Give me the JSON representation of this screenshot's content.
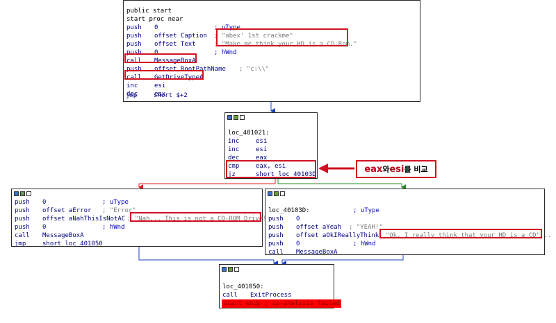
{
  "block_top": {
    "lines": [
      {
        "mn": "public start",
        "a": "",
        "c": ""
      },
      {
        "mn": "start proc near",
        "a": "",
        "c": ""
      },
      {
        "mn": "push",
        "a": "0",
        "c": "; uType"
      },
      {
        "mn": "push",
        "a": "offset Caption",
        "c": "; \"abex' 1st crackme\""
      },
      {
        "mn": "push",
        "a": "offset Text",
        "c": "; \"Make me think your HD is a CD-Rom.\""
      },
      {
        "mn": "push",
        "a": "0",
        "c": "; hWnd"
      },
      {
        "mn": "call",
        "a": "MessageBoxA",
        "c": ""
      },
      {
        "mn": "push",
        "a": "offset RootPathName",
        "c": "; \"c:\\\\\""
      },
      {
        "mn": "call",
        "a": "GetDriveTypeA",
        "c": ""
      },
      {
        "mn": "inc",
        "a": "esi",
        "c": ""
      },
      {
        "mn": "dec",
        "a": "eax",
        "c": ""
      },
      {
        "mn": "jmp",
        "a": "short $+2",
        "c": ""
      }
    ]
  },
  "block_middle": {
    "label": "loc_401021:",
    "lines": [
      {
        "mn": "inc",
        "a": "esi"
      },
      {
        "mn": "inc",
        "a": "esi"
      },
      {
        "mn": "dec",
        "a": "eax"
      },
      {
        "mn": "cmp",
        "a": "eax, esi"
      },
      {
        "mn": "jz",
        "a": "short loc_40103D"
      }
    ]
  },
  "callout": {
    "p1": "eax",
    "p2": "와 ",
    "p3": "esi",
    "p4": "를 비교"
  },
  "block_left": {
    "lines": [
      {
        "mn": "push",
        "a": "0",
        "c": "; uType"
      },
      {
        "mn": "push",
        "a": "offset aError",
        "c": "; \"Error\""
      },
      {
        "mn": "push",
        "a": "offset aNahThisIsNotAC",
        "c": "; \"Nah... This is not a CD-ROM Drive!\""
      },
      {
        "mn": "push",
        "a": "0",
        "c": "; hWnd"
      },
      {
        "mn": "call",
        "a": "MessageBoxA",
        "c": ""
      },
      {
        "mn": "jmp",
        "a": "short loc_401050",
        "c": ""
      }
    ]
  },
  "block_right": {
    "label": "loc_40103D:",
    "label_comment": "; uType",
    "lines": [
      {
        "mn": "push",
        "a": "0",
        "c": ""
      },
      {
        "mn": "push",
        "a": "offset aYeah",
        "c": "; \"YEAH!\""
      },
      {
        "mn": "push",
        "a": "offset aOkIReallyThink",
        "c": "; \"Ok, I really think that your HD is a CD\"..."
      },
      {
        "mn": "push",
        "a": "0",
        "c": "; hWnd"
      },
      {
        "mn": "call",
        "a": "MessageBoxA",
        "c": ""
      }
    ]
  },
  "block_bottom": {
    "label": "loc_401050:",
    "lines": [
      {
        "mn": "call",
        "a": "ExitProcess"
      }
    ],
    "error_line": "start endp ; sp-analysis failed"
  },
  "colors": {
    "highlight": "#d01020",
    "flow_blue": "#1f3fbf",
    "flow_red": "#e02020",
    "flow_green": "#2a8a2a"
  }
}
